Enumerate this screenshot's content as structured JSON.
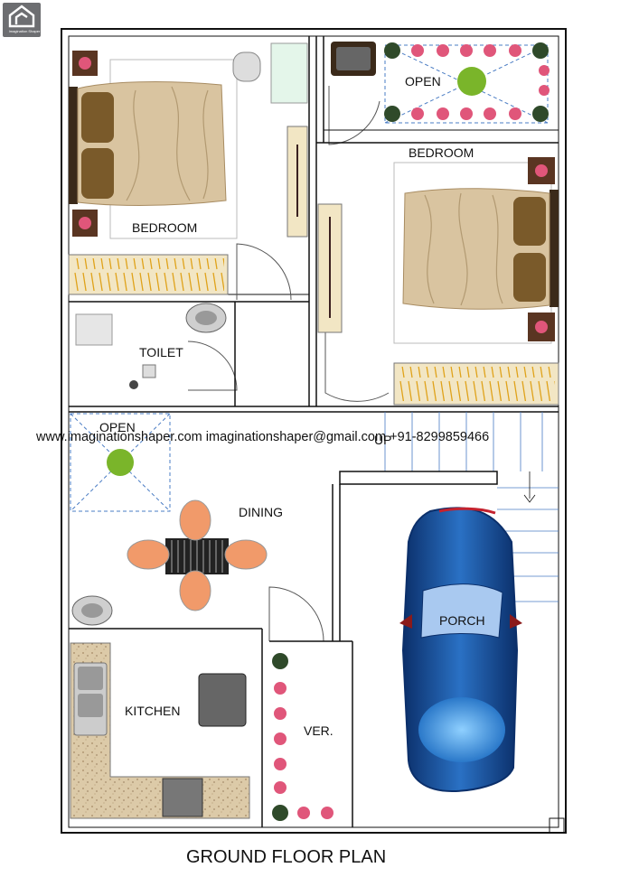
{
  "brand": {
    "logo_caption": "Imagination Shaper"
  },
  "rooms": {
    "bedroom_left": "BEDROOM",
    "bedroom_right": "BEDROOM",
    "open_top": "OPEN",
    "toilet": "TOILET",
    "open_mid": "OPEN",
    "dining": "DINING",
    "up": "UP",
    "porch": "PORCH",
    "kitchen": "KITCHEN",
    "verandah": "VER."
  },
  "watermark": "www.imaginationshaper.com imaginationshaper@gmail.com +91-8299859466",
  "title": "GROUND FLOOR PLAN",
  "colors": {
    "wall": "#111111",
    "bed_fabric": "#d9c4a0",
    "pillow": "#7a5a2a",
    "wardrobe": "#f2e6c4",
    "wardrobe_stripes": "#e0a21a",
    "plant_pot": "#5a3522",
    "flower": "#e0567a",
    "leaf": "#7ab52a",
    "car_body": "#1f5fb0",
    "car_dark": "#0b2f6a",
    "chair": "#f19a6a",
    "floor_texture": "#d8c7a6",
    "open_dash": "#4a7cc4"
  }
}
